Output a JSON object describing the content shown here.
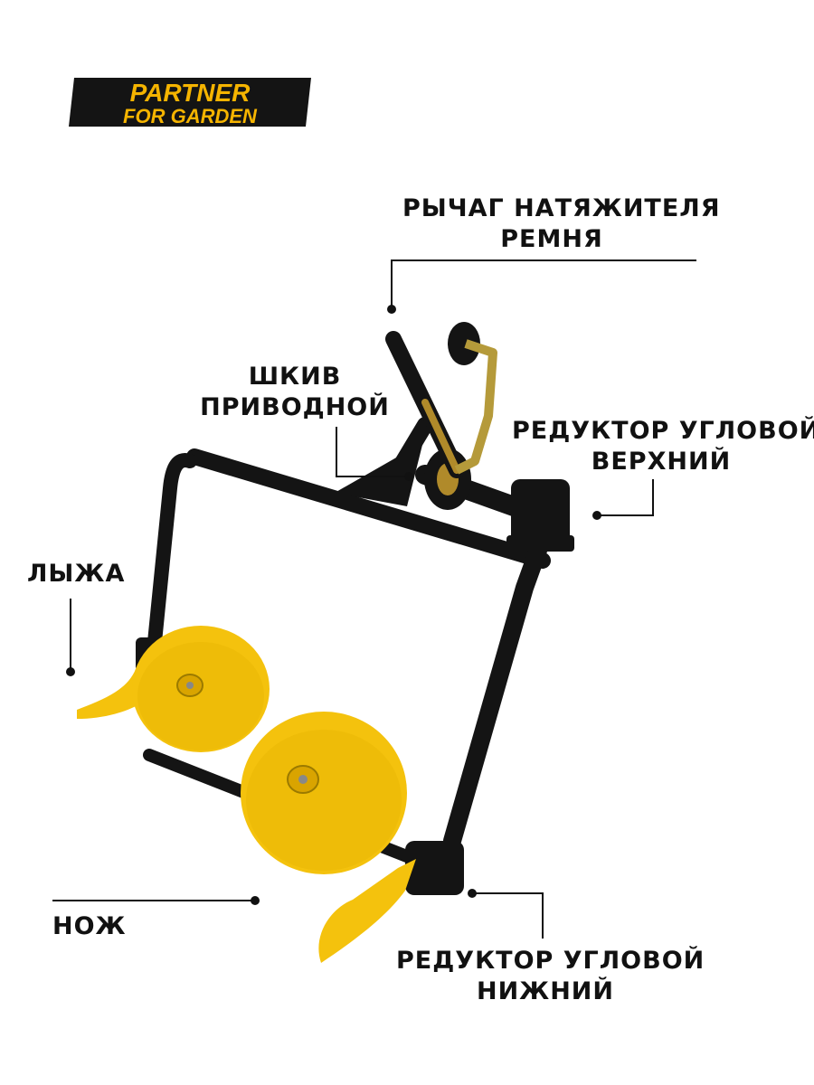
{
  "brand": {
    "line1": "PARTNER",
    "line2": "FOR GARDEN",
    "color": "#f5b400"
  },
  "labels": {
    "belt_lever": {
      "line1": "РЫЧАГ НАТЯЖИТЕЛЯ",
      "line2": "РЕМНЯ"
    },
    "drive_pulley": {
      "line1": "ШКИВ",
      "line2": "ПРИВОДНОЙ"
    },
    "upper_gearbox": {
      "line1": "РЕДУКТОР УГЛОВОЙ",
      "line2": "ВЕРХНИЙ"
    },
    "ski": {
      "line1": "ЛЫЖА"
    },
    "knife": {
      "line1": "НОЖ"
    },
    "lower_gearbox": {
      "line1": "РЕДУКТОР УГЛОВОЙ",
      "line2": "НИЖНИЙ"
    }
  },
  "colors": {
    "frame": "#141414",
    "disc": "#f4c20d",
    "disc_shadow": "#d9a400",
    "leader": "#111111"
  }
}
